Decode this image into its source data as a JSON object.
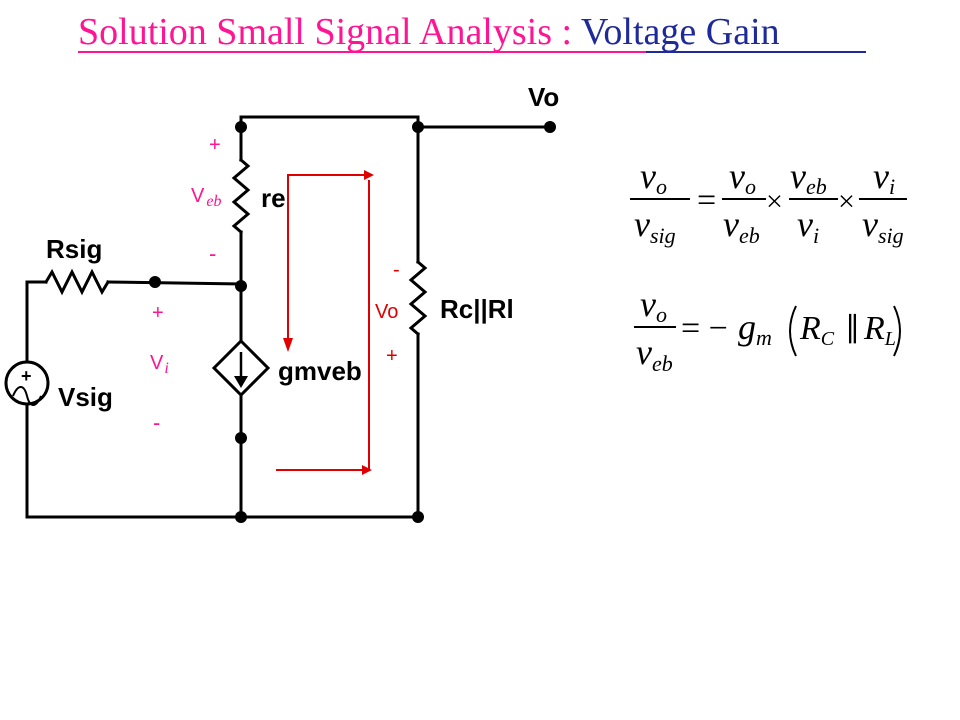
{
  "title": {
    "part1": "Solution Small Signal Analysis : ",
    "part2": "Voltage Gain",
    "color1": "#ff1493",
    "color2": "#1f2a9a"
  },
  "circuit": {
    "vo_label": "Vo",
    "re_label": "re",
    "rsig_label": "Rsig",
    "rc_label": "Rc||Rl",
    "gm_label": "gmveb",
    "vsig_label": "Vsig",
    "src_plus": "+",
    "veb": {
      "plus": "+",
      "v": "V",
      "sub": "eb",
      "minus": "-"
    },
    "vi": {
      "plus": "+",
      "v": "V",
      "sub": "i",
      "minus": "-"
    },
    "vo_red": {
      "minus": "-",
      "label": "Vo",
      "plus": "+"
    }
  },
  "eq1": {
    "l_num_v": "v",
    "l_num_sub": "o",
    "l_den_v": "v",
    "l_den_sub": "sig",
    "eq": "=",
    "t1_num_v": "v",
    "t1_num_sub": "o",
    "t1_den_v": "v",
    "t1_den_sub": "eb",
    "times1": "×",
    "t2_num_v": "v",
    "t2_num_sub": "eb",
    "t2_den_v": "v",
    "t2_den_sub": "i",
    "times2": "×",
    "t3_num_v": "v",
    "t3_num_sub": "i",
    "t3_den_v": "v",
    "t3_den_sub": "sig"
  },
  "eq2": {
    "l_num_v": "v",
    "l_num_sub": "o",
    "l_den_v": "v",
    "l_den_sub": "eb",
    "rhs_prefix": "= −",
    "g": "g",
    "g_sub": "m",
    "R1": "R",
    "R1_sub": "C",
    "par": "∥",
    "R2": "R",
    "R2_sub": "L"
  },
  "colors": {
    "wire": "#000000",
    "pink": "#ff1493",
    "red": "#e00000"
  }
}
